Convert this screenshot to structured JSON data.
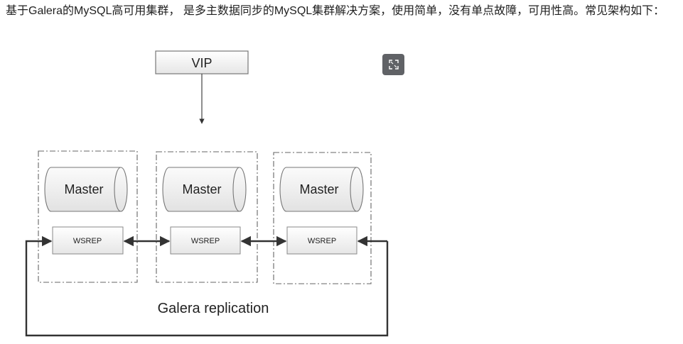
{
  "intro_text": "基于Galera的MySQL高可用集群， 是多主数据同步的MySQL集群解决方案，使用简单，没有单点故障，可用性高。常见架构如下：",
  "diagram": {
    "vip_label": "VIP",
    "nodes": [
      {
        "master_label": "Master",
        "wsrep_label": "WSREP"
      },
      {
        "master_label": "Master",
        "wsrep_label": "WSREP"
      },
      {
        "master_label": "Master",
        "wsrep_label": "WSREP"
      }
    ],
    "replication_label": "Galera replication"
  },
  "expand_icon": "expand-icon"
}
